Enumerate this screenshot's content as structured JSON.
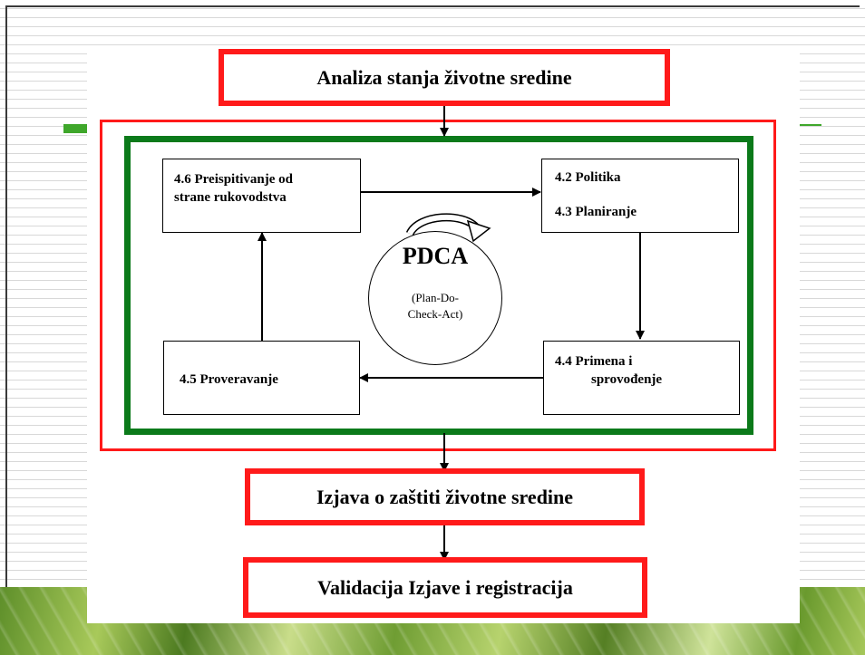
{
  "diagram": {
    "top_box": "Analiza stanja životne sredine",
    "step_46": {
      "line1": "4.6 Preispitivanje od",
      "line2": "strane rukovodstva"
    },
    "step_42": "4.2 Politika",
    "step_43": "4.3 Planiranje",
    "step_44": {
      "line1": "4.4  Primena i",
      "line2": "sprovođenje"
    },
    "step_45": "4.5 Proveravanje",
    "pdca": {
      "title": "PDCA",
      "subtitle_line1": "(Plan-Do-",
      "subtitle_line2": "Check-Act)"
    },
    "bottom_box_1": "Izjava o zaštiti životne sredine",
    "bottom_box_2": "Validacija Izjave i registracija"
  },
  "colors": {
    "red": "#ff1a1a",
    "green": "#0b7a1a",
    "accent_green": "#3fa72b"
  }
}
